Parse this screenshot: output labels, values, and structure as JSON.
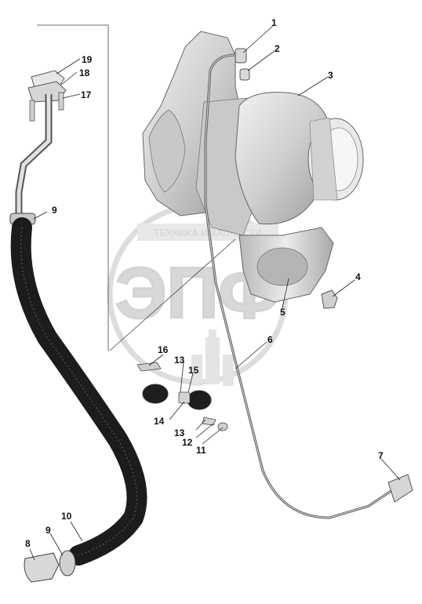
{
  "watermark": {
    "banner": "ТЕХНИКА И ЗАПЧАСТИ",
    "logo": "ЭПФ"
  },
  "callouts": [
    "1",
    "2",
    "3",
    "4",
    "5",
    "6",
    "7",
    "8",
    "9",
    "9",
    "10",
    "11",
    "12",
    "13",
    "13",
    "14",
    "15",
    "16",
    "17",
    "18",
    "19"
  ]
}
